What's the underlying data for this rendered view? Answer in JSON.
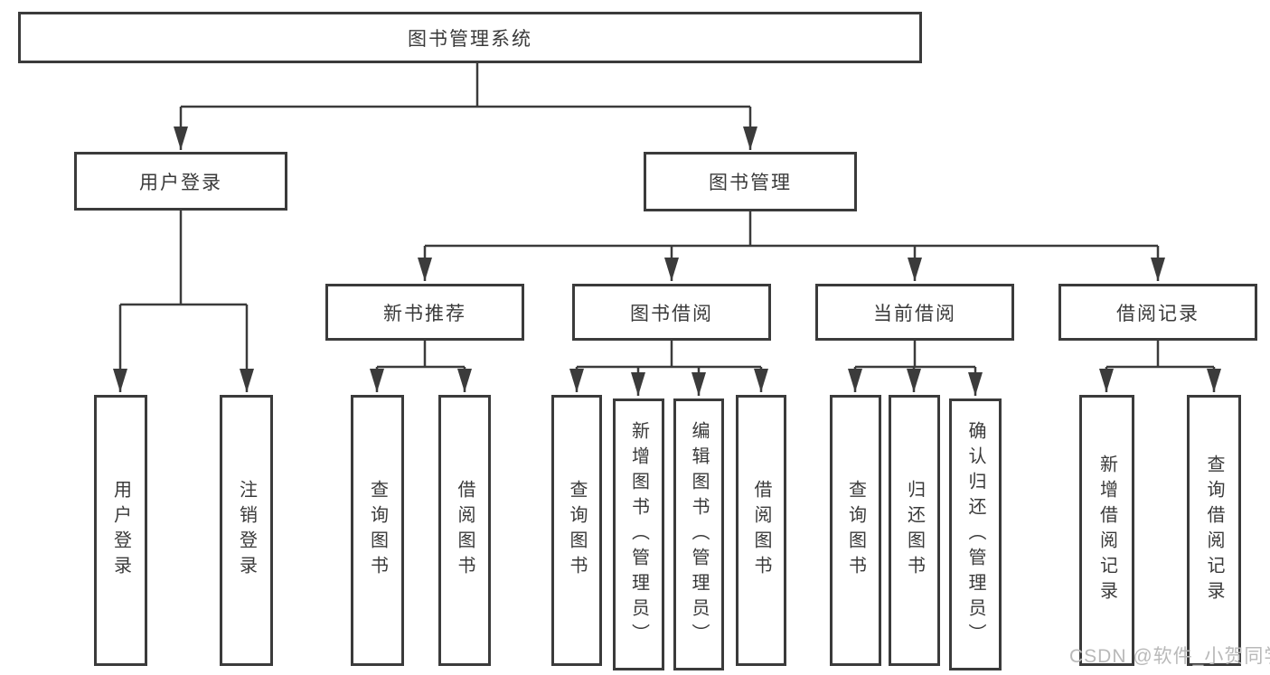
{
  "diagram": {
    "type": "hierarchy-tree",
    "tree": {
      "label": "图书管理系统",
      "children": [
        {
          "label": "用户登录",
          "children": [
            {
              "label": "用户登录"
            },
            {
              "label": "注销登录"
            }
          ]
        },
        {
          "label": "图书管理",
          "children": [
            {
              "label": "新书推荐",
              "children": [
                {
                  "label": "查询图书"
                },
                {
                  "label": "借阅图书"
                }
              ]
            },
            {
              "label": "图书借阅",
              "children": [
                {
                  "label": "查询图书"
                },
                {
                  "label": "新增图书（管理员）"
                },
                {
                  "label": "编辑图书（管理员）"
                },
                {
                  "label": "借阅图书"
                }
              ]
            },
            {
              "label": "当前借阅",
              "children": [
                {
                  "label": "查询图书"
                },
                {
                  "label": "归还图书"
                },
                {
                  "label": "确认归还（管理员）"
                }
              ]
            },
            {
              "label": "借阅记录",
              "children": [
                {
                  "label": "新增借阅记录"
                },
                {
                  "label": "查询借阅记录"
                }
              ]
            }
          ]
        }
      ]
    },
    "colors": {
      "line": "#3b3b3b",
      "box_border": "#3b3b3b",
      "text": "#3a3a3a",
      "background": "#ffffff",
      "watermark": "#b9b9b9"
    }
  },
  "watermark": {
    "text": "CSDN @软件_小贺同学"
  }
}
